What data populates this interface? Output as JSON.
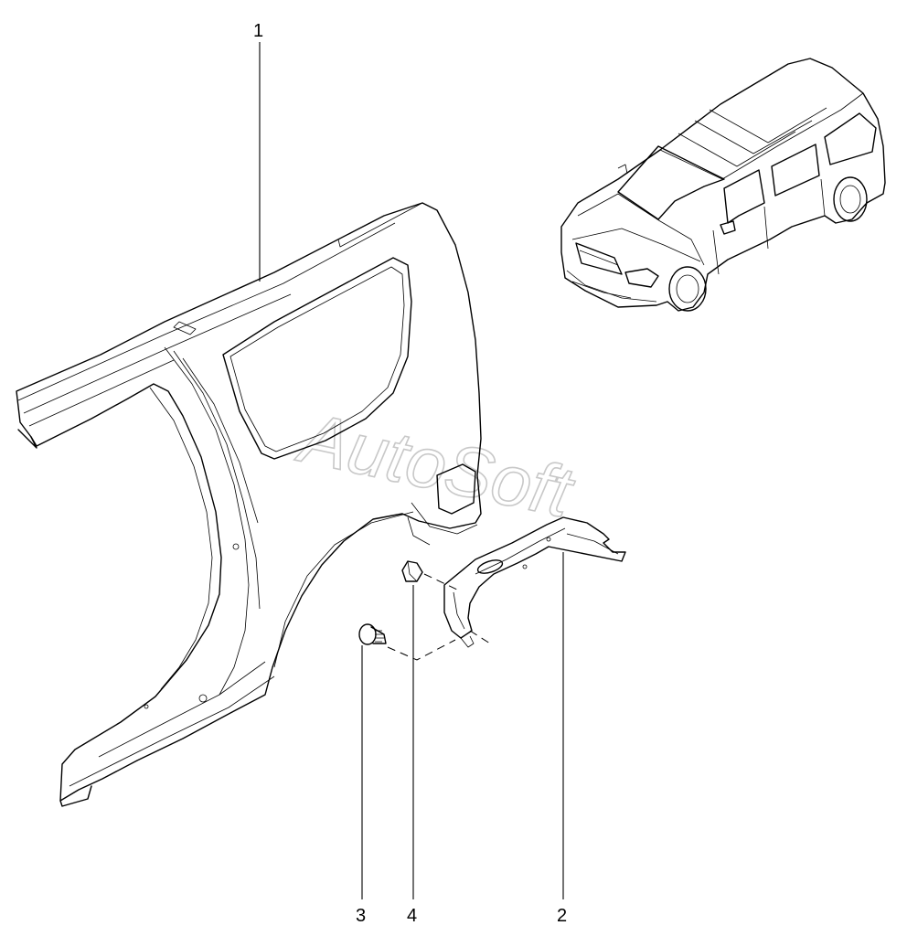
{
  "watermark": {
    "text": "AutoSoft",
    "color": "#c8c8c8"
  },
  "callouts": {
    "part_1": "1",
    "part_2": "2",
    "part_3": "3",
    "part_4": "4"
  },
  "colors": {
    "line": "#000000",
    "background": "#ffffff"
  }
}
